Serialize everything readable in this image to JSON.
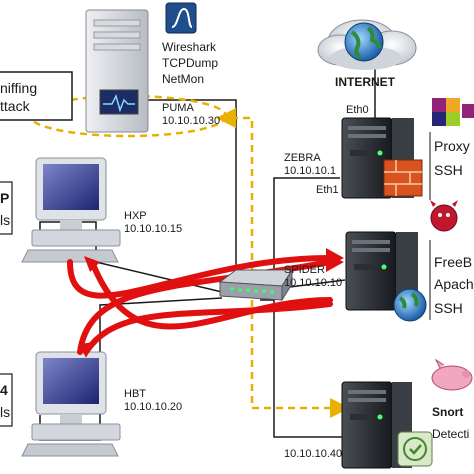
{
  "attack_box": {
    "line1": "niffing",
    "line2": "ttack"
  },
  "monitor_tools": [
    "Wireshark",
    "TCPDump",
    "NetMon"
  ],
  "internet_label": "INTERNET",
  "nodes": {
    "puma": {
      "name": "PUMA",
      "ip": "10.10.10.30"
    },
    "zebra": {
      "name": "ZEBRA",
      "ip": "10.10.10.1",
      "if0": "Eth0",
      "if1": "Eth1"
    },
    "hxp": {
      "name": "HXP",
      "ip": "10.10.10.15",
      "side_name": "P",
      "side_sub": "ls"
    },
    "spider": {
      "name": "SPIDER",
      "ip": "10.10.10.10"
    },
    "hbt": {
      "name": "HBT",
      "ip": "10.10.10.20",
      "side_name": "4",
      "side_sub": "ls"
    },
    "snort_host": {
      "ip": "10.10.10.40"
    }
  },
  "services": {
    "zebra": [
      "Proxy",
      "SSH"
    ],
    "spider": [
      "FreeB",
      "Apach",
      "SSH"
    ],
    "snort": {
      "title": "Snort",
      "subtitle": "Detecti"
    }
  },
  "colors": {
    "attack_flow": "#e01010",
    "mirror_flow": "#e8b000",
    "link": "#1a1a1a",
    "firewall": "#d9531e"
  }
}
